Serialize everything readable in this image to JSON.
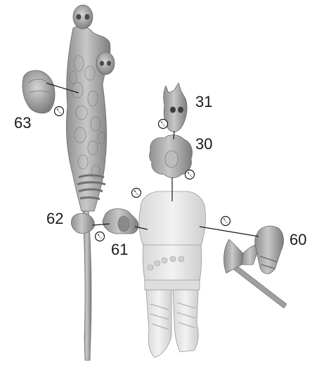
{
  "parts": [
    {
      "id": "p63",
      "number": "63",
      "icon": "head-icon"
    },
    {
      "id": "p31",
      "number": "31",
      "icon": "skull-mask-icon"
    },
    {
      "id": "p30",
      "number": "30",
      "icon": "head-icon"
    },
    {
      "id": "p62",
      "number": "62",
      "icon": "hand-icon"
    },
    {
      "id": "p61",
      "number": "61",
      "icon": "arm-icon"
    },
    {
      "id": "p60",
      "number": "60",
      "icon": "axe-arm-icon"
    }
  ],
  "glue_marker": "glue-icon",
  "colors": {
    "miniature": "#c9c9c9",
    "miniature_shadow": "#8e8e8e",
    "miniature_light": "#e4e4e4",
    "line": "#1a1a1a"
  }
}
